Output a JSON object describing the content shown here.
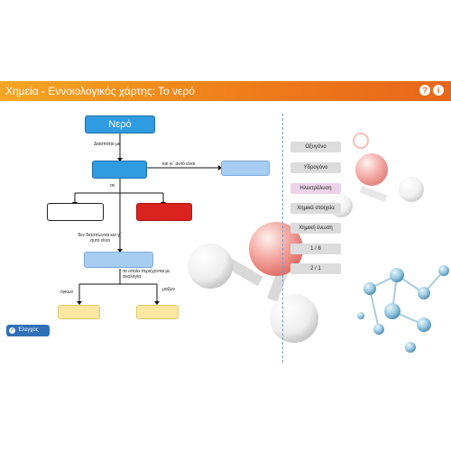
{
  "header": {
    "title": "Χημεία - Εννοιολογικός χάρτης: Το νερό"
  },
  "map": {
    "root": "Νερό",
    "link1": "Διασπάται με",
    "link2": "και γι΄ αυτό είναι",
    "link3": "σε",
    "link4": "δεν διασπώνται και γι΄ αυτό είναι",
    "link5": "τα οποία περιέχονται με αναλογία:",
    "link6": "όγκων",
    "link7": "μαζών"
  },
  "terms": [
    "Οξυγόνο",
    "Υδρογόνο",
    "Ηλεκτρόλυση",
    "Χημικά στοιχεία",
    "Χημική ένωση",
    "1 / 8",
    "2 / 1"
  ],
  "check": {
    "label": "Έλεγχος"
  },
  "colors": {
    "accent": "#ef7d1a",
    "blue": "#2f9be0",
    "red": "#d9231e",
    "yellow": "#fbe7a1",
    "pink": "#ecd3ea"
  }
}
